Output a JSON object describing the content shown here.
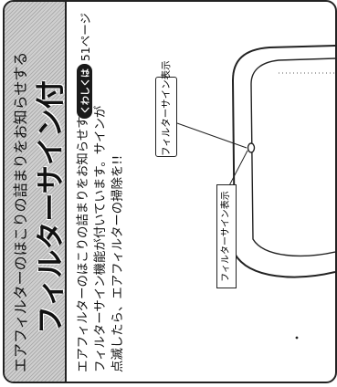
{
  "header": {
    "subtitle": "エアフィルターのほこりの詰まりをお知らせする",
    "title": "フィルターサイン付"
  },
  "body": {
    "lines": [
      "エアフィルターのほこりの詰まりをお知らせする",
      "フィルターサイン機能が付いています。サインが",
      "点滅したら、エアフィルターの掃除を!!"
    ]
  },
  "page_reference": {
    "badge": "くわしくは",
    "page_text": "51ページ"
  },
  "figure": {
    "callout_label": "フィルターサイン表示",
    "note_label": "フィルターサイン表示"
  }
}
